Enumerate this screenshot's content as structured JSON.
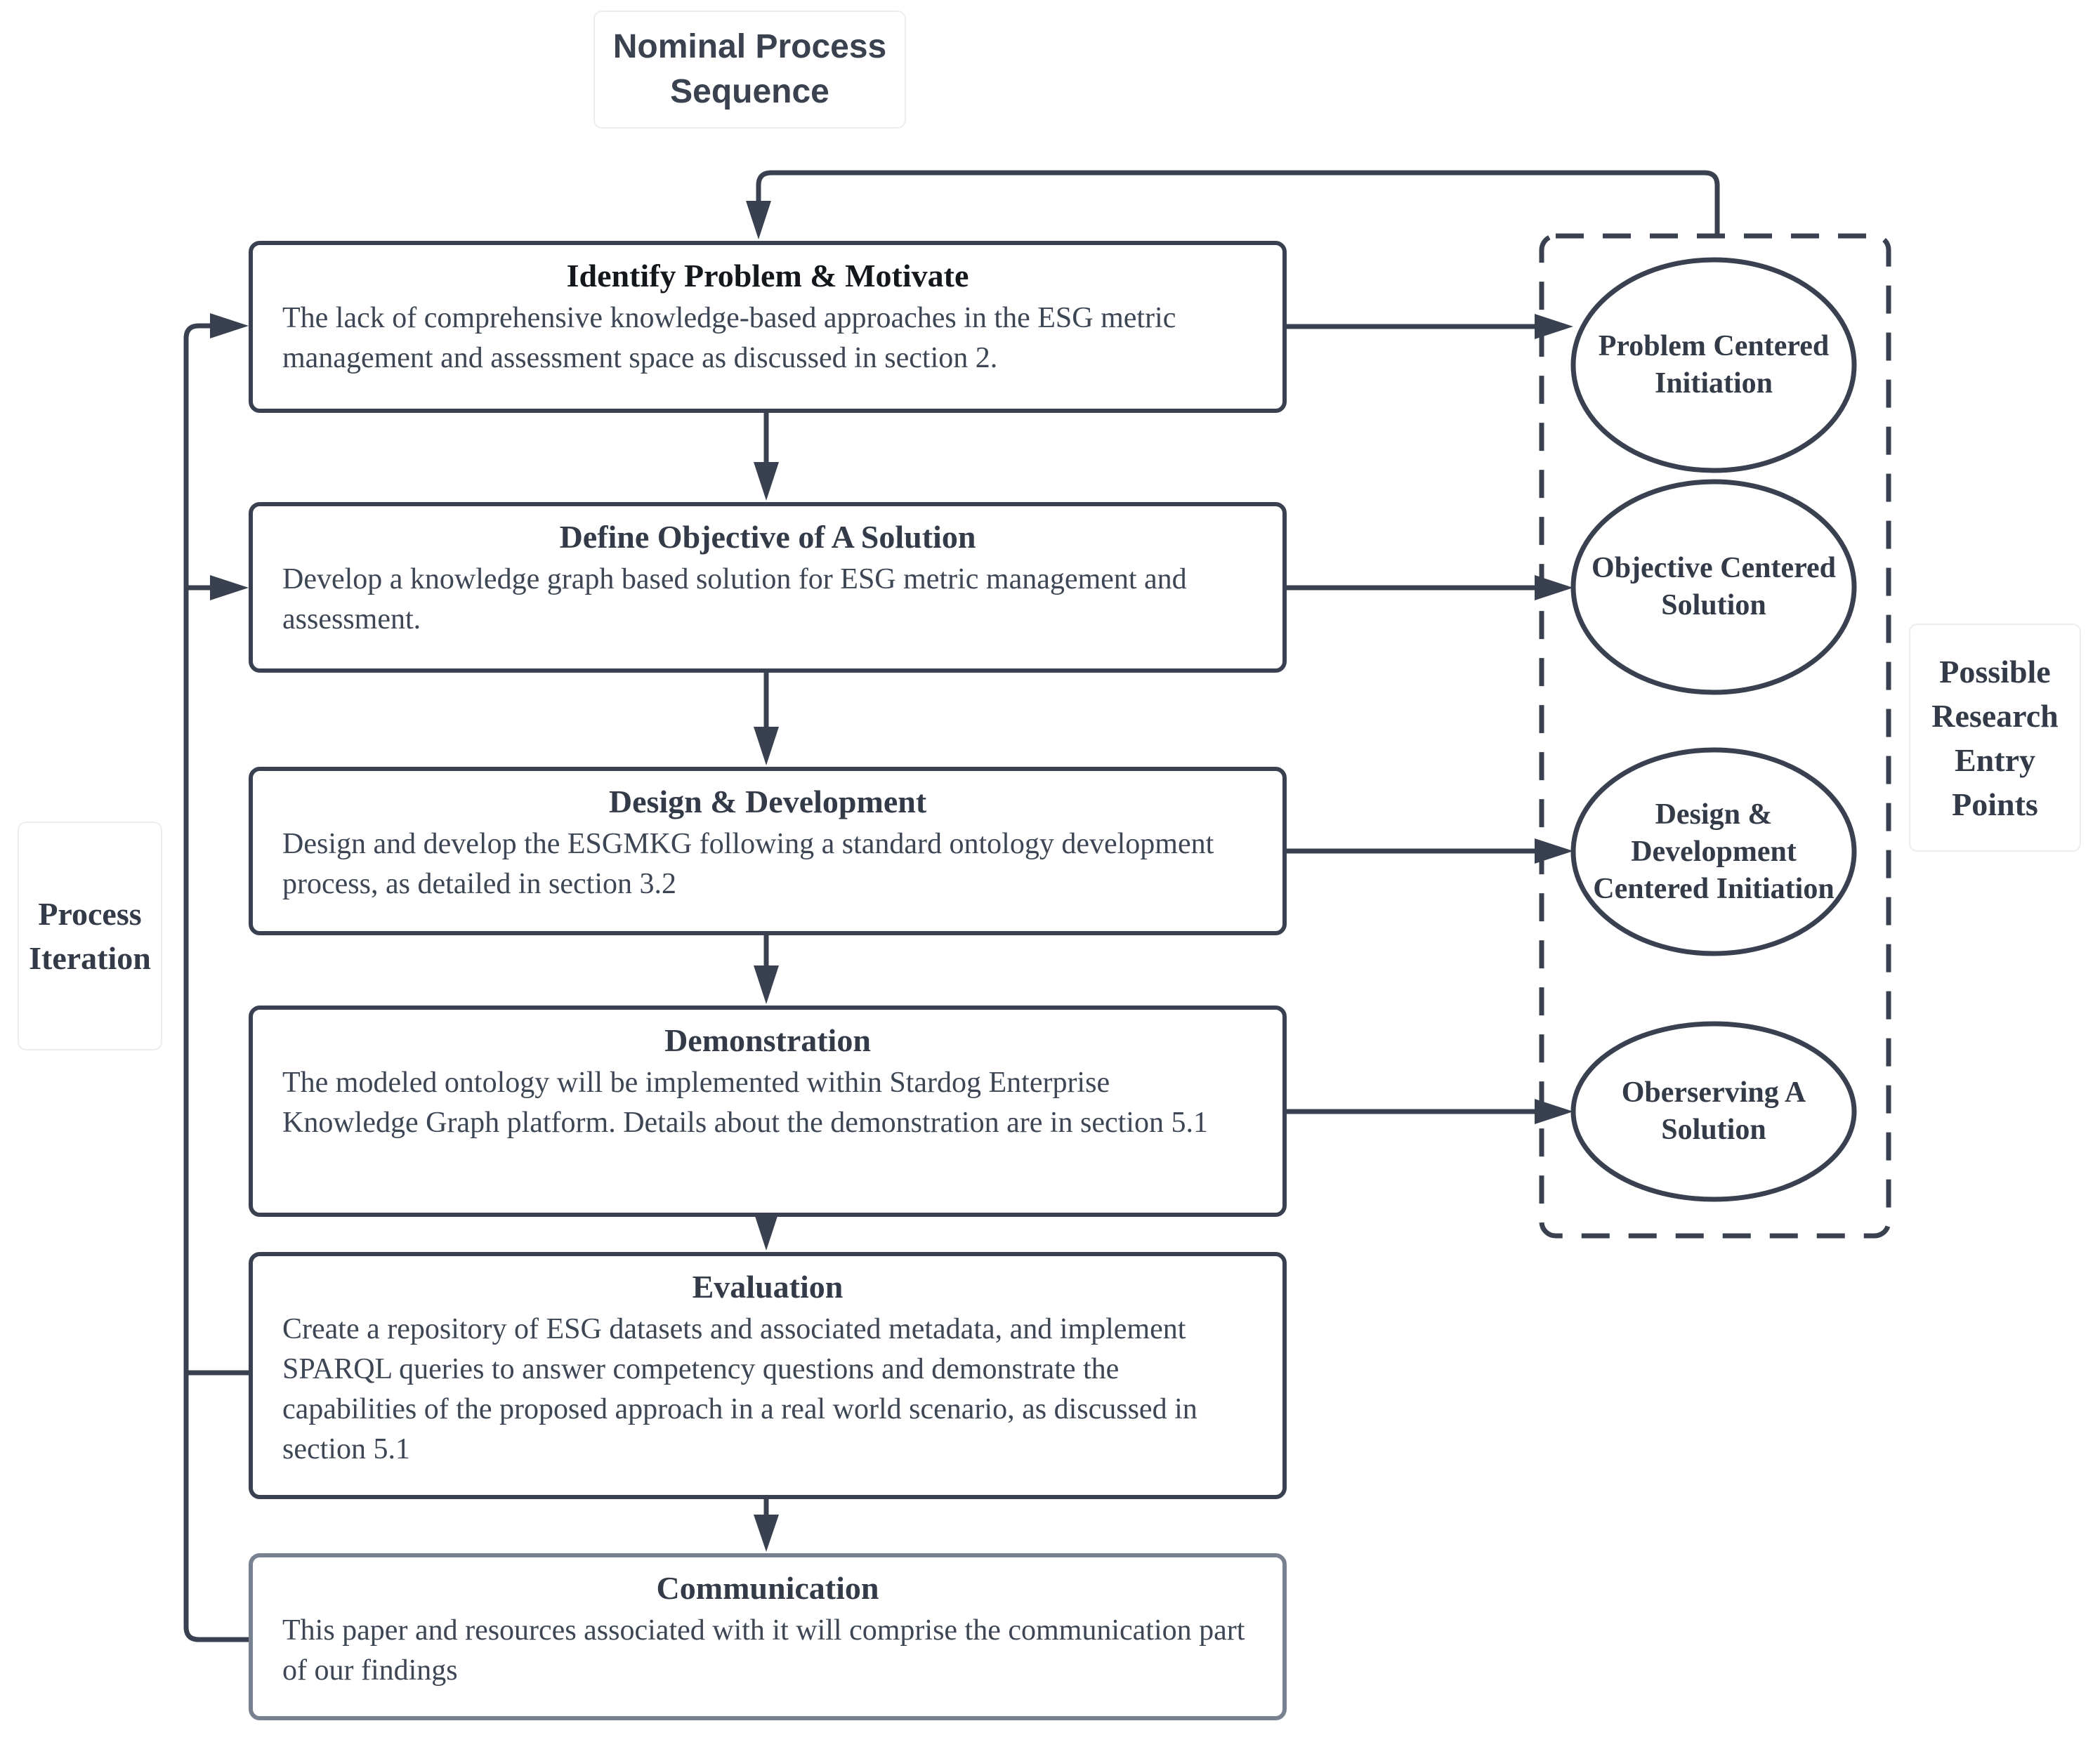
{
  "title": {
    "label": "Nominal Process Sequence"
  },
  "side_labels": {
    "left": "Process Iteration",
    "right": "Possible Research Entry Points"
  },
  "steps": [
    {
      "heading": "Identify Problem & Motivate",
      "body": "The lack of comprehensive knowledge-based approaches in the ESG metric management and assessment space as discussed in section 2."
    },
    {
      "heading": "Define Objective of A Solution",
      "body": "Develop a knowledge graph based solution for ESG metric management and assessment."
    },
    {
      "heading": "Design & Development",
      "body": "Design and develop the ESGMKG following a standard ontology development process, as detailed in section 3.2"
    },
    {
      "heading": "Demonstration",
      "body": "The modeled ontology will be implemented within Stardog Enterprise Knowledge Graph platform. Details about the demonstration are in section 5.1"
    },
    {
      "heading": "Evaluation",
      "body": "Create a repository of ESG datasets and associated metadata, and implement SPARQL queries to answer competency questions and demonstrate the capabilities of the proposed approach in a real world scenario, as discussed in section 5.1"
    },
    {
      "heading": "Communication",
      "body": "This paper and resources associated with it will comprise the communication part of our findings"
    }
  ],
  "entry_points": [
    "Problem Centered Initiation",
    "Objective Centered Solution",
    "Design & Development Centered Initiation",
    "Oberserving A Solution"
  ],
  "colors": {
    "line": "#394150",
    "communication_border": "#78818f",
    "body_text": "#3d4654",
    "heading_text": "#333b48",
    "emphasis_heading_text": "#14171c"
  }
}
